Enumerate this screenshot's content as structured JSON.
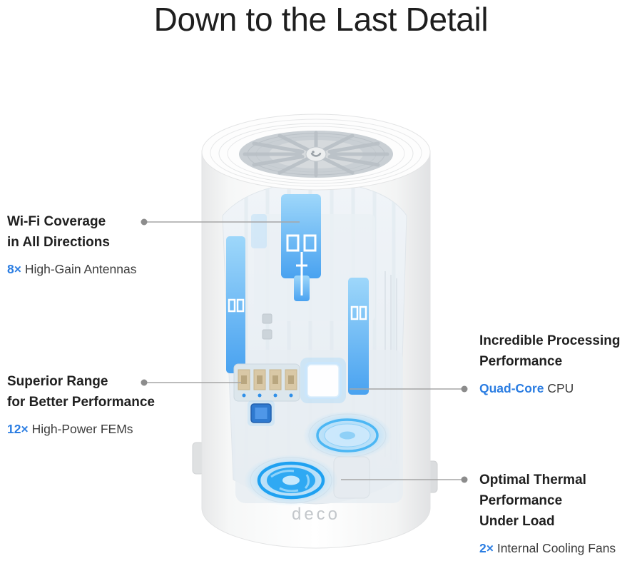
{
  "title": "Down to the Last Detail",
  "colors": {
    "accent": "#2b7de2",
    "antenna_blue": "#57b2f4",
    "fan_glow_blue": "#35aaf2"
  },
  "device": {
    "logo_icon": "tp-link-logo-icon",
    "label": "deco"
  },
  "callouts": {
    "antennas": {
      "heading": [
        "Wi-Fi Coverage",
        "in All Directions"
      ],
      "value": "8×",
      "label": "High-Gain Antennas"
    },
    "fems": {
      "heading": [
        "Superior Range",
        "for Better Performance"
      ],
      "value": "12×",
      "label": "High-Power FEMs"
    },
    "cpu": {
      "heading": [
        "Incredible Processing",
        "Performance"
      ],
      "value": "Quad-Core",
      "label": "CPU"
    },
    "thermal": {
      "heading": [
        "Optimal Thermal",
        "Performance",
        "Under Load"
      ],
      "value": "2×",
      "label": "Internal Cooling Fans"
    }
  }
}
